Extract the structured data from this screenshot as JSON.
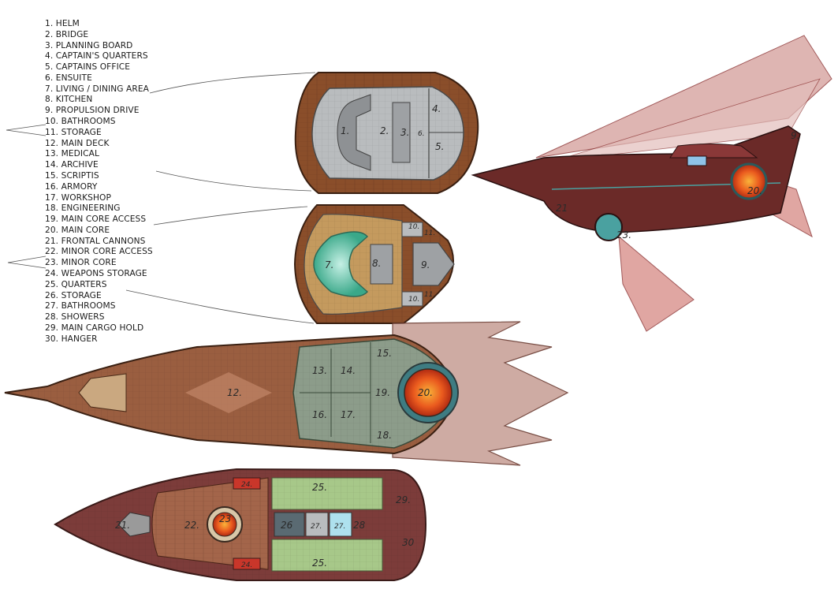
{
  "legend": [
    "1. HELM",
    "2. BRIDGE",
    "3. PLANNING BOARD",
    "4. CAPTAIN'S QUARTERS",
    "5. CAPTAINS OFFICE",
    "6. ENSUITE",
    "7. LIVING / DINING AREA",
    "8. KITCHEN",
    "9. PROPULSION DRIVE",
    "10. BATHROOMS",
    "11. STORAGE",
    "12. MAIN DECK",
    "13. MEDICAL",
    "14. ARCHIVE",
    "15. SCRIPTIS",
    "16. ARMORY",
    "17. WORKSHOP",
    "18. ENGINEERING",
    "19. MAIN CORE ACCESS",
    "20. MAIN CORE",
    "21. FRONTAL CANNONS",
    "22. MINOR CORE ACCESS",
    "23. MINOR CORE",
    "24. WEAPONS STORAGE",
    "25. QUARTERS",
    "26. STORAGE",
    "27. BATHROOMS",
    "28. SHOWERS",
    "29. MAIN CARGO HOLD",
    "30. HANGER"
  ],
  "labels": {
    "deck1": [
      "1.",
      "2.",
      "3.",
      "6.",
      "4.",
      "5."
    ],
    "deck2": [
      "7.",
      "8.",
      "9.",
      "10.",
      "11.",
      "10.",
      "11."
    ],
    "deck3": [
      "12.",
      "13.",
      "14.",
      "15.",
      "16.",
      "17.",
      "18.",
      "19.",
      "20."
    ],
    "deck4": [
      "21.",
      "22.",
      "23",
      "24.",
      "24.",
      "25.",
      "25.",
      "26",
      "27.",
      "27.",
      "28",
      "29.",
      "30"
    ],
    "side": [
      "9.",
      "20.",
      "21",
      "23."
    ]
  }
}
